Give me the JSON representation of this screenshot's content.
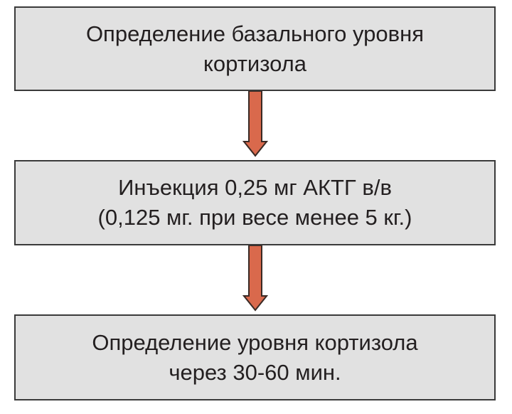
{
  "flowchart": {
    "steps": [
      {
        "line1": "Определение базального уровня",
        "line2": "кортизола"
      },
      {
        "line1": "Инъекция 0,25 мг АКТГ в/в",
        "line2": "(0,125 мг. при весе менее 5 кг.)"
      },
      {
        "line1": "Определение уровня кортизола",
        "line2": "через 30-60 мин."
      }
    ]
  },
  "colors": {
    "box_fill": "#e1e1e1",
    "box_border": "#3a3a3a",
    "arrow_fill": "#d9694c",
    "arrow_stroke": "#3a2a25",
    "text": "#231f20"
  }
}
